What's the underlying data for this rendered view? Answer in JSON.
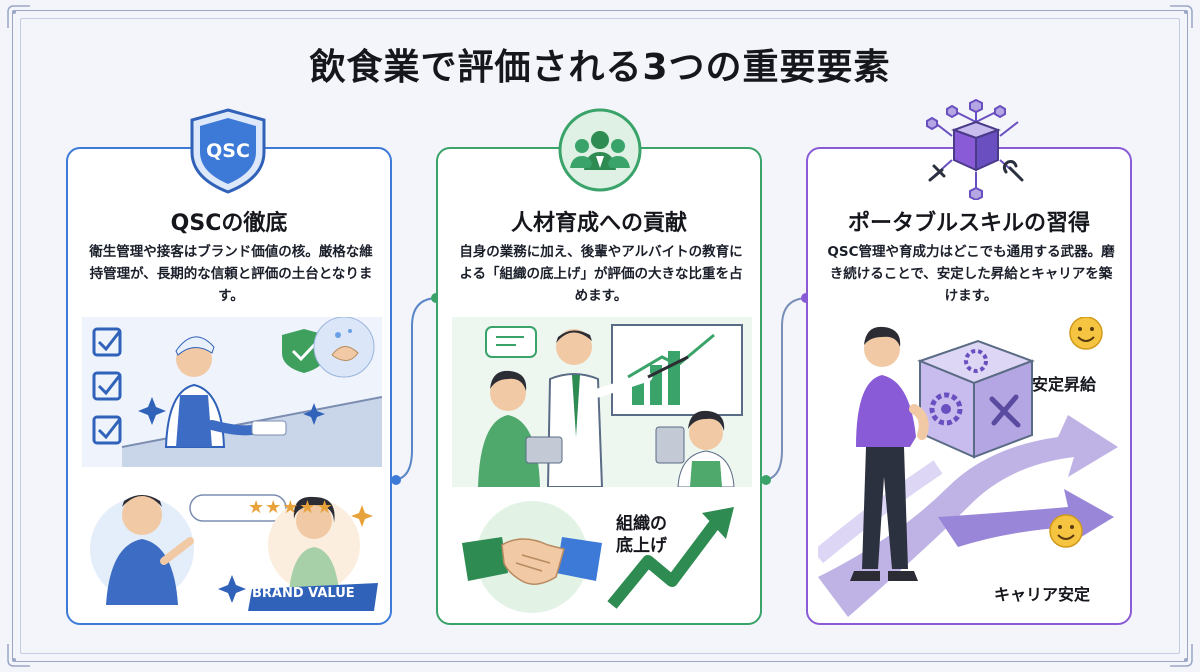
{
  "title": "飲食業で評価される3つの重要要素",
  "cards": [
    {
      "badge_text": "QSC",
      "heading": "QSCの徹底",
      "body": "衛生管理や接客はブランド価値の核。厳格な維持管理が、長期的な信頼と評価の土台となります。",
      "banner": "BRAND VALUE",
      "stars": "★★★★★",
      "accent": "#3d7ad8"
    },
    {
      "heading": "人材育成への貢献",
      "body": "自身の業務に加え、後輩やアルバイトの教育による「組織の底上げ」が評価の大きな比重を占めます。",
      "growth_label_1": "組織の",
      "growth_label_2": "底上げ",
      "accent": "#3aa36a"
    },
    {
      "heading": "ポータブルスキルの習得",
      "body": "QSC管理や育成力はどこでも通用する武器。磨き続けることで、安定した昇給とキャリアを築けます。",
      "label_promotion": "安定昇給",
      "label_career": "キャリア安定",
      "accent": "#8a5bd6"
    }
  ]
}
